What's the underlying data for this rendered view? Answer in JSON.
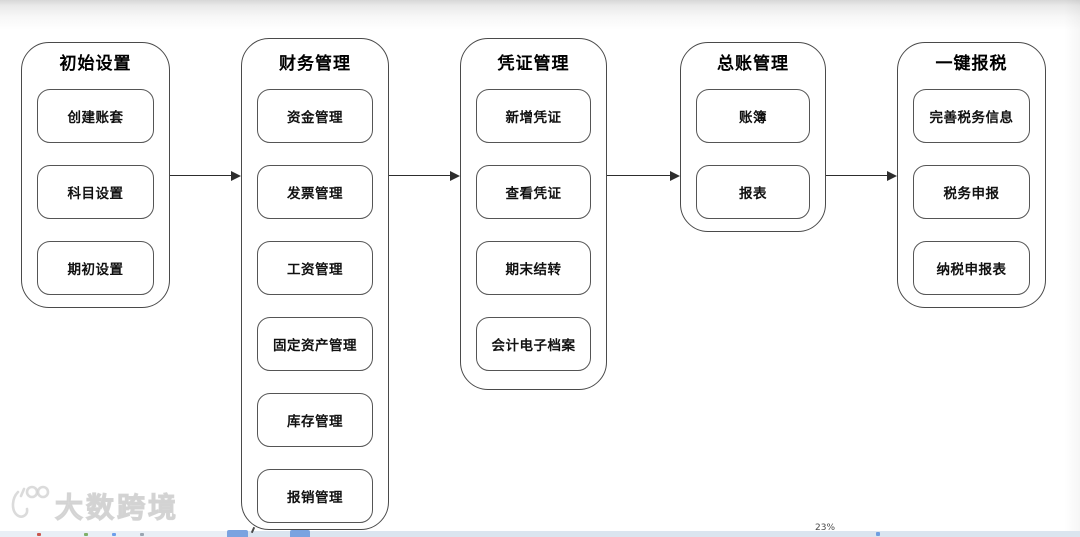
{
  "diagram": {
    "columns": [
      {
        "title": "初始设置",
        "items": [
          "创建账套",
          "科目设置",
          "期初设置"
        ]
      },
      {
        "title": "财务管理",
        "items": [
          "资金管理",
          "发票管理",
          "工资管理",
          "固定资产管理",
          "库存管理",
          "报销管理"
        ]
      },
      {
        "title": "凭证管理",
        "items": [
          "新增凭证",
          "查看凭证",
          "期末结转",
          "会计电子档案"
        ]
      },
      {
        "title": "总账管理",
        "items": [
          "账簿",
          "报表"
        ]
      },
      {
        "title": "一键报税",
        "items": [
          "完善税务信息",
          "税务申报",
          "纳税申报表"
        ]
      }
    ],
    "colors": {
      "container_border": "#4a4a4a",
      "item_border": "#555555",
      "arrow": "#2d2d2d",
      "text": "#111111"
    }
  },
  "watermark": {
    "text": "大数跨境",
    "icon": "dashu-100-logo-icon"
  },
  "bottom_bar": {
    "percent_label": "23%",
    "accent_blue": "#7aa3e0"
  }
}
